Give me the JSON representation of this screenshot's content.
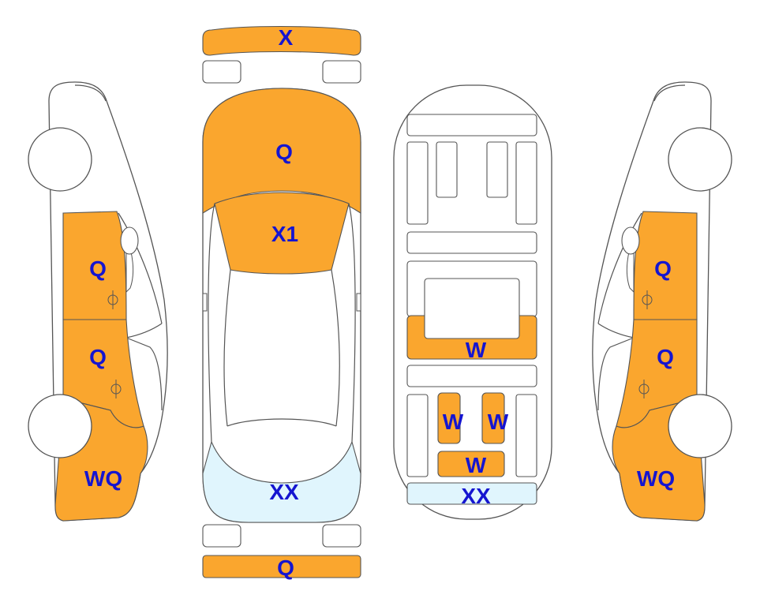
{
  "colors": {
    "damaged": "#FAA62E",
    "glass_marked": "#E0F5FD",
    "label": "#1515D0",
    "outline": "#555555"
  },
  "labels": {
    "front_bumper": "X",
    "hood": "Q",
    "windshield": "X1",
    "rear_window": "XX",
    "rear_bumper": "Q",
    "interior_middle_seat": "W",
    "interior_rear_left_seat": "W",
    "interior_rear_right_seat": "W",
    "interior_rear_bench": "W",
    "interior_rear_shelf": "XX",
    "left_front_door": "Q",
    "left_rear_door": "Q",
    "left_rear_quarter": "WQ",
    "right_front_door": "Q",
    "right_rear_door": "Q",
    "right_rear_quarter": "WQ"
  }
}
